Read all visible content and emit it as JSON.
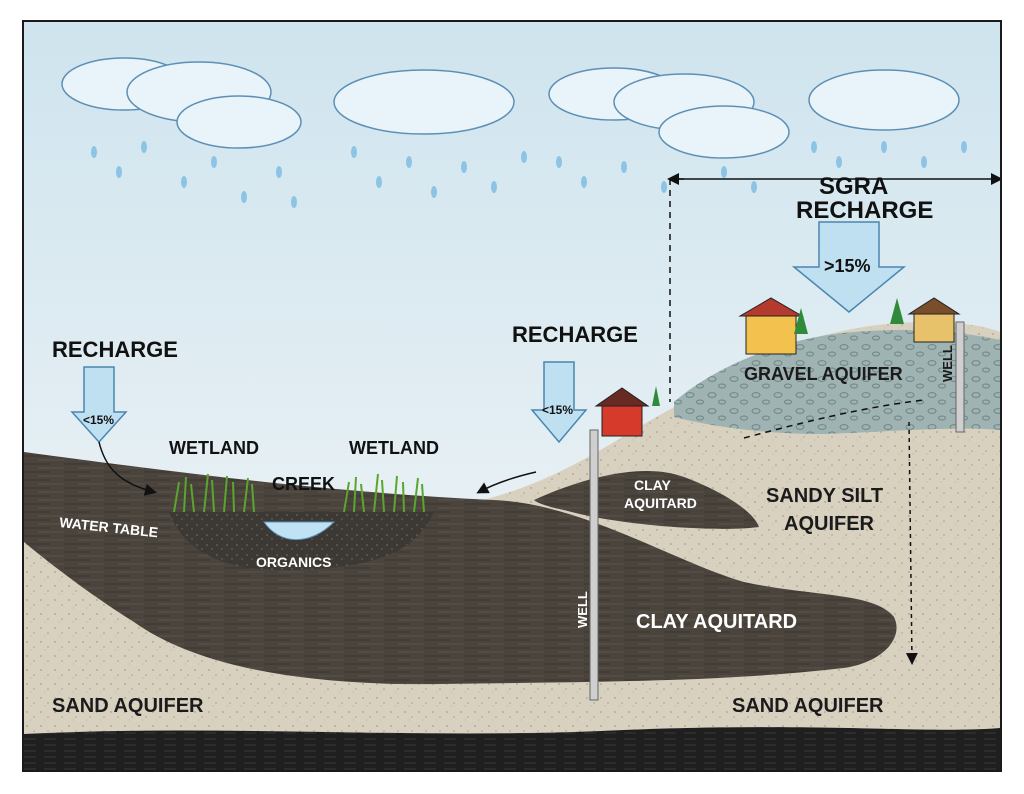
{
  "labels": {
    "recharge_left": "RECHARGE",
    "recharge_left_pct": "<15%",
    "recharge_mid": "RECHARGE",
    "recharge_mid_pct": "<15%",
    "sgra_line1": "SGRA",
    "sgra_line2": "RECHARGE",
    "sgra_pct": ">15%",
    "wetland_left": "WETLAND",
    "wetland_right": "WETLAND",
    "creek": "CREEK",
    "water_table": "WATER TABLE",
    "organics": "ORGANICS",
    "clay_small_line1": "CLAY",
    "clay_small_line2": "AQUITARD",
    "sandy_silt_line1": "SANDY SILT",
    "sandy_silt_line2": "AQUIFER",
    "gravel_aquifer": "GRAVEL AQUIFER",
    "clay_aquitard": "CLAY AQUITARD",
    "well_mid": "WELL",
    "well_right": "WELL",
    "sand_aquifer_left": "SAND AQUIFER",
    "sand_aquifer_right": "SAND AQUIFER"
  },
  "colors": {
    "sky_top": "#cfe4ee",
    "sky_bottom": "#f3f6f7",
    "sand": "#d8d1c0",
    "clay": "#4a443d",
    "gravel": "#9fb3b3",
    "arrow_fill": "#bfe0f1",
    "cloud": "#e9f4fa",
    "rain": "#8cc4e6",
    "grass": "#6fbf3a"
  }
}
